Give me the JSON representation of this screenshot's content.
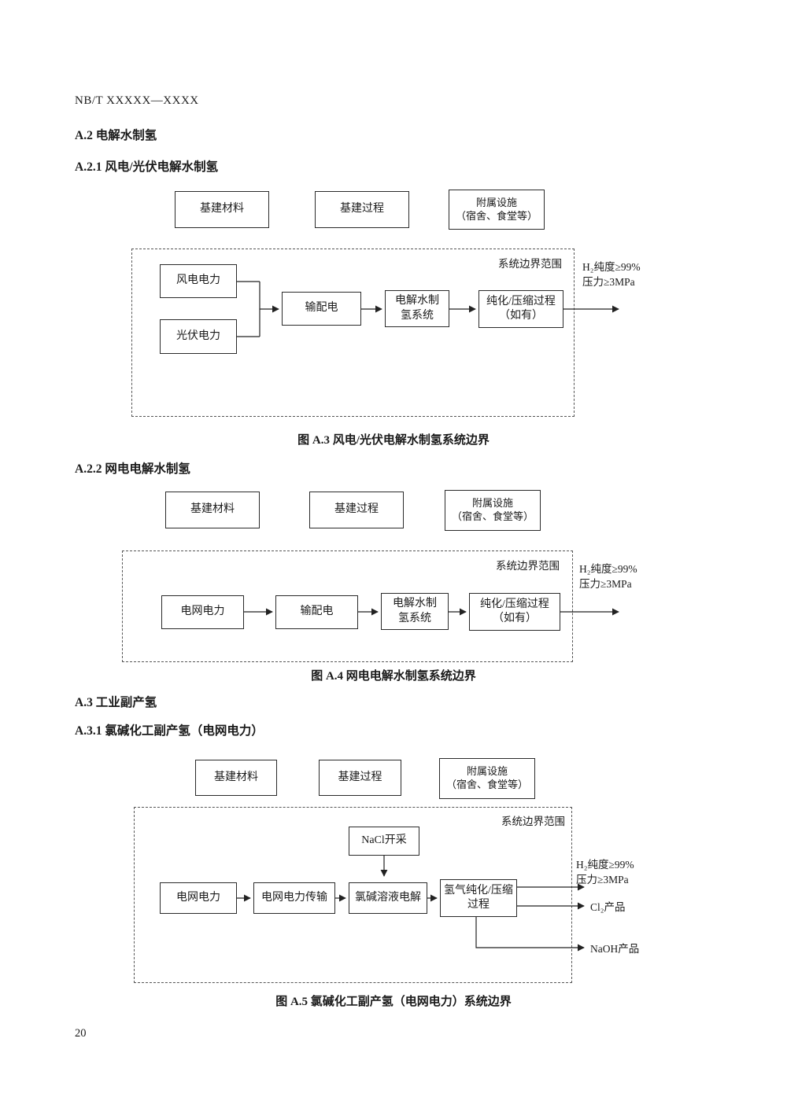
{
  "page": {
    "doc_code": "NB/T XXXXX—XXXX",
    "page_number": "20"
  },
  "headings": {
    "a2": "A.2 电解水制氢",
    "a21": "A.2.1 风电/光伏电解水制氢",
    "a22": "A.2.2 网电电解水制氢",
    "a3": "A.3 工业副产氢",
    "a31": "A.3.1 氯碱化工副产氢（电网电力）"
  },
  "diagram1": {
    "top_boxes": [
      "基建材料",
      "基建过程",
      "附属设施\n（宿舍、食堂等）"
    ],
    "boundary_label": "系统边界范围",
    "boxes": {
      "wind": "风电电力",
      "pv": "光伏电力",
      "transmission": "输配电",
      "electrolysis": "电解水制\n氢系统",
      "purification": "纯化/压缩过程\n（如有）"
    },
    "output": "H₂纯度≥99%\n压力≥3MPa",
    "caption": "图 A.3 风电/光伏电解水制氢系统边界"
  },
  "diagram2": {
    "top_boxes": [
      "基建材料",
      "基建过程",
      "附属设施\n（宿舍、食堂等）"
    ],
    "boundary_label": "系统边界范围",
    "boxes": {
      "grid": "电网电力",
      "transmission": "输配电",
      "electrolysis": "电解水制\n氢系统",
      "purification": "纯化/压缩过程\n（如有）"
    },
    "output": "H₂纯度≥99%\n压力≥3MPa",
    "caption": "图 A.4 网电电解水制氢系统边界"
  },
  "diagram3": {
    "top_boxes": [
      "基建材料",
      "基建过程",
      "附属设施\n（宿舍、食堂等）"
    ],
    "boundary_label": "系统边界范围",
    "boxes": {
      "nacl": "NaCl开采",
      "grid": "电网电力",
      "grid_transmission": "电网电力传输",
      "chlor_alkali": "氯碱溶液电解",
      "purification": "氢气纯化/压缩\n过程"
    },
    "outputs": {
      "h2": "H₂纯度≥99%\n压力≥3MPa",
      "cl2": "Cl₂产品",
      "naoh": "NaOH产品"
    },
    "caption": "图 A.5 氯碱化工副产氢（电网电力）系统边界"
  }
}
